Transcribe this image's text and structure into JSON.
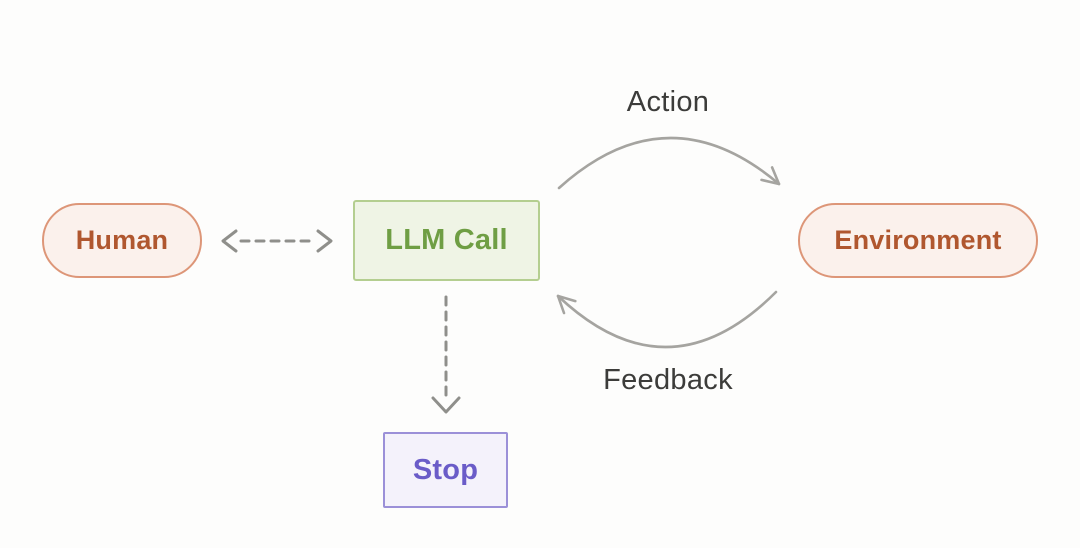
{
  "diagram": {
    "nodes": {
      "human": {
        "label": "Human",
        "shape": "pill"
      },
      "llm_call": {
        "label": "LLM Call",
        "shape": "rectangle"
      },
      "environment": {
        "label": "Environment",
        "shape": "pill"
      },
      "stop": {
        "label": "Stop",
        "shape": "rectangle"
      }
    },
    "edges": {
      "action": {
        "label": "Action",
        "from": "llm_call",
        "to": "environment",
        "style": "curved-solid-arrow"
      },
      "feedback": {
        "label": "Feedback",
        "from": "environment",
        "to": "llm_call",
        "style": "curved-solid-arrow"
      },
      "human_llm": {
        "label": "",
        "from": "human",
        "to": "llm_call",
        "style": "dashed-bidirectional-arrow"
      },
      "llm_stop": {
        "label": "",
        "from": "llm_call",
        "to": "stop",
        "style": "dashed-arrow"
      }
    },
    "colors": {
      "background": "#fdfdfc",
      "salmon_border": "#dd9678",
      "salmon_bg": "#fbf1ec",
      "salmon_text": "#b0572f",
      "green_border": "#b4ce90",
      "green_bg": "#eff4e5",
      "green_text": "#6f9e44",
      "purple_border": "#9b90d8",
      "purple_bg": "#f4f2fb",
      "purple_text": "#6a5cc8",
      "curve_arrow_gray": "#a5a4a0",
      "dashed_arrow_gray": "#8f8f8b",
      "edge_label_text": "#3c3c3a"
    }
  }
}
